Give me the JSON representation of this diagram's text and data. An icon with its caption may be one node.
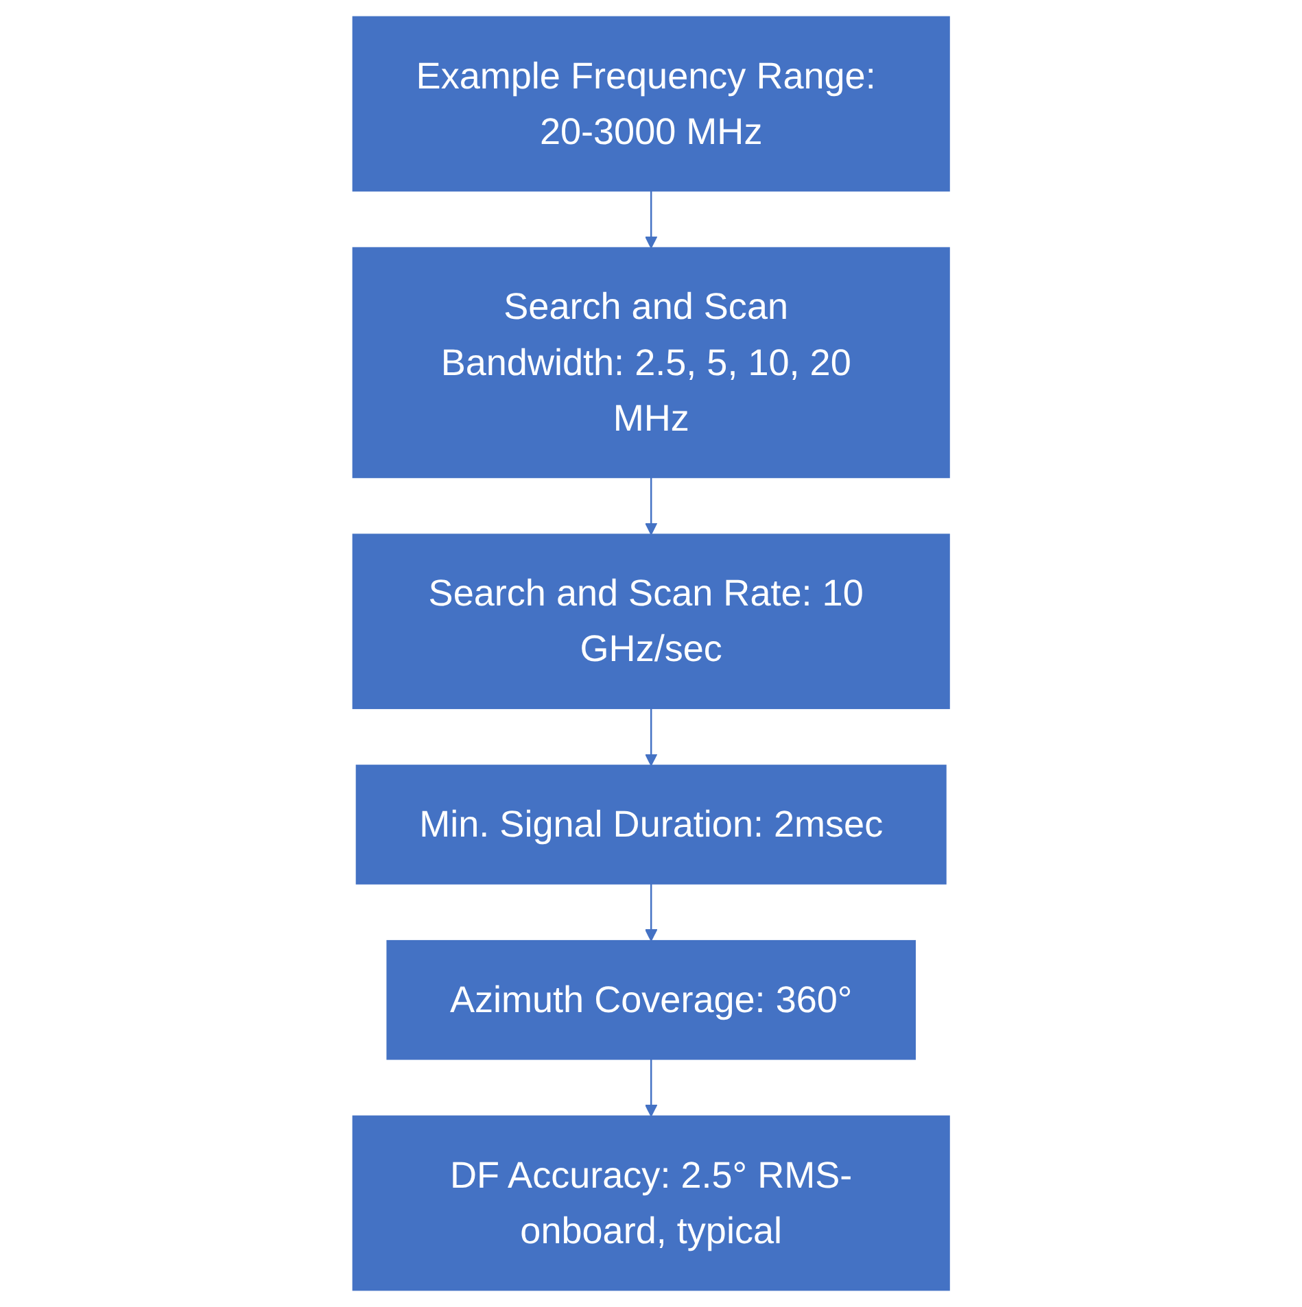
{
  "diagram": {
    "nodes": [
      {
        "text": [
          "Example Frequency Range: 20-3000 MHz"
        ]
      },
      {
        "text": [
          "Search and Scan Bandwidth: 2.5, 5, 10, 20 MHz"
        ]
      },
      {
        "text": [
          "Search and Scan Rate: 10 GHz/sec"
        ]
      },
      {
        "text": [
          "Min. Signal Duration: 2msec"
        ]
      },
      {
        "text": [
          "Azimuth Coverage: 360°"
        ]
      },
      {
        "text": [
          "DF Accuracy: 2.5° RMS-onboard, typical"
        ]
      }
    ],
    "edges": [
      {
        "from": 0,
        "to": 1,
        "arrow": "to"
      },
      {
        "from": 1,
        "to": 2,
        "arrow": "to"
      },
      {
        "from": 2,
        "to": 3,
        "arrow": "to"
      },
      {
        "from": 3,
        "to": 4,
        "arrow": "to"
      },
      {
        "from": 4,
        "to": 5,
        "arrow": "to"
      }
    ]
  }
}
